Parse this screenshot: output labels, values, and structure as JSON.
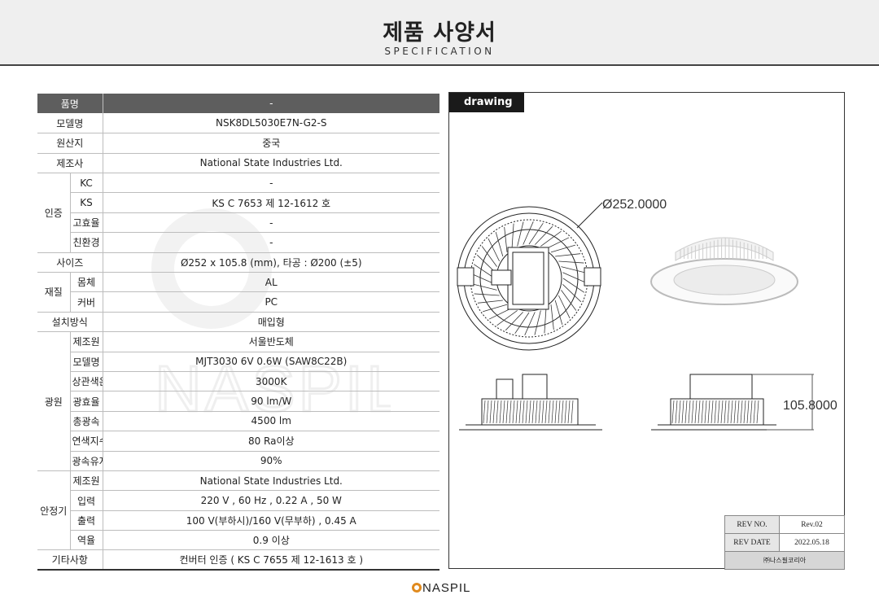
{
  "header": {
    "title": "제품 사양서",
    "subtitle": "SPECIFICATION"
  },
  "spec": {
    "product_name_label": "품명",
    "product_name_value": "-",
    "model_label": "모델명",
    "model_value": "NSK8DL5030E7N-G2-S",
    "origin_label": "원산지",
    "origin_value": "중국",
    "maker_label": "제조사",
    "maker_value": "National State Industries Ltd.",
    "cert_label": "인증",
    "kc_label": "KC",
    "kc_value": "-",
    "ks_label": "KS",
    "ks_value": "KS C 7653 제 12-1612 호",
    "efficiency_cert_label": "고효율",
    "efficiency_cert_value": "-",
    "eco_label": "친환경",
    "eco_value": "-",
    "size_label": "사이즈",
    "size_value": "Ø252 x 105.8 (mm), 타공 : Ø200 (±5)",
    "material_label": "재질",
    "body_label": "몸체",
    "body_value": "AL",
    "cover_label": "커버",
    "cover_value": "PC",
    "install_label": "설치방식",
    "install_value": "매입형",
    "light_source_label": "광원",
    "ls_maker_label": "제조원",
    "ls_maker_value": "서울반도체",
    "ls_model_label": "모델명",
    "ls_model_value": "MJT3030 6V 0.6W (SAW8C22B)",
    "cct_label": "상관색온도",
    "cct_value": "3000K",
    "efficacy_label": "광효율",
    "efficacy_value": "90 lm/W",
    "flux_label": "총광속",
    "flux_value": "4500 lm",
    "cri_label": "연색지수",
    "cri_value": "80 Ra이상",
    "maintenance_label": "광속유지율",
    "maintenance_value": "90%",
    "ballast_label": "안정기",
    "b_maker_label": "제조원",
    "b_maker_value": "National State Industries Ltd.",
    "input_label": "입력",
    "input_value": "220 V , 60 Hz , 0.22 A , 50 W",
    "output_label": "출력",
    "output_value": "100 V(부하시)/160 V(무부하) , 0.45 A",
    "pf_label": "역율",
    "pf_value": "0.9 이상",
    "etc_label": "기타사항",
    "etc_value": "컨버터 인증 ( KS C 7655 제 12-1613 호 )"
  },
  "drawing": {
    "tag": "drawing",
    "diameter_label": "Ø252.0000",
    "height_label": "105.8000"
  },
  "rev": {
    "rev_no_label": "REV NO.",
    "rev_no_value": "Rev.02",
    "rev_date_label": "REV DATE",
    "rev_date_value": "2022.05.18",
    "company": "㈜나스필코리아"
  },
  "footer": {
    "brand": "NASPIL",
    "accent_color": "#e08a1e"
  }
}
